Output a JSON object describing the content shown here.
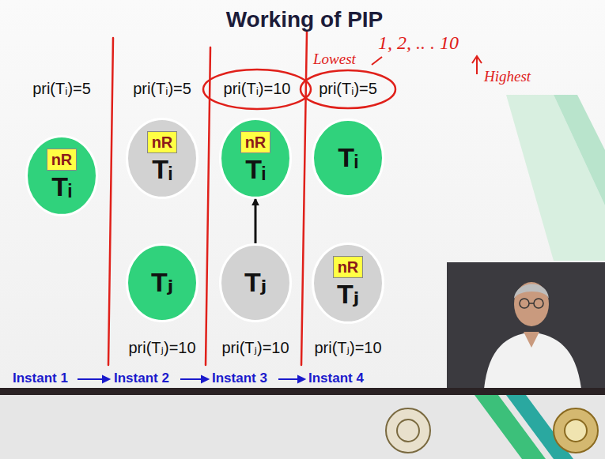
{
  "diagram": {
    "title": "Working of PIP",
    "nodes": [
      {
        "text": [
          "Tᵢ"
        ]
      },
      {
        "text": [
          "nR"
        ],
        "in": 0
      },
      {
        "text": [
          "Tᵢ"
        ]
      },
      {
        "text": [
          "nR"
        ],
        "in": 2
      },
      {
        "text": [
          "Tⱼ"
        ]
      },
      {
        "text": [
          "Tᵢ"
        ]
      },
      {
        "text": [
          "nR"
        ],
        "in": 5
      },
      {
        "text": [
          "Tⱼ"
        ]
      },
      {
        "text": [
          "Tᵢ"
        ]
      },
      {
        "text": [
          "Tⱼ"
        ]
      },
      {
        "text": [
          "nR"
        ],
        "in": 9
      }
    ],
    "edges": [
      {
        "from": 7,
        "to": 5,
        "arrow": "to"
      }
    ],
    "labels": [
      "pri(Tᵢ)=5",
      "pri(Tᵢ)=5",
      "pri(Tᵢ)=10",
      "pri(Tᵢ)=5",
      "pri(Tⱼ)=10",
      "pri(Tⱼ)=10",
      "pri(Tⱼ)=10",
      "Instant 1",
      "Instant 2",
      "Instant 3",
      "Instant 4",
      "1, 2, .. . 10",
      "Highest",
      "Lowest"
    ]
  }
}
